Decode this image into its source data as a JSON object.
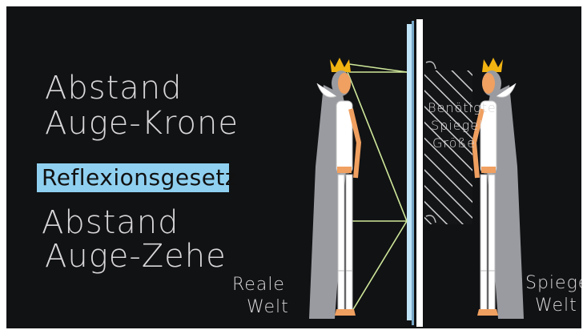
{
  "board": {
    "line1": "Abstand",
    "line2": "Auge-Krone",
    "highlight": "Reflexionsgesetz",
    "line3": "Abstand",
    "line4": "Auge-Zehe",
    "left_label_1": "Reale",
    "left_label_2": "Welt",
    "right_label_1": "Spiegel",
    "right_label_2": "Welt",
    "mirror_note_1": "Benötigte",
    "mirror_note_2": "Spiegel",
    "mirror_note_3": "Größe"
  },
  "colors": {
    "board": "#111214",
    "chalk": "#d8d6d8",
    "highlight": "#8fd0f0",
    "mirror": "#ffffff",
    "mirror_edge": "#9cc8e8",
    "crown": "#f2b411",
    "cape": "#9a9ba0",
    "skin": "#f0a060"
  }
}
